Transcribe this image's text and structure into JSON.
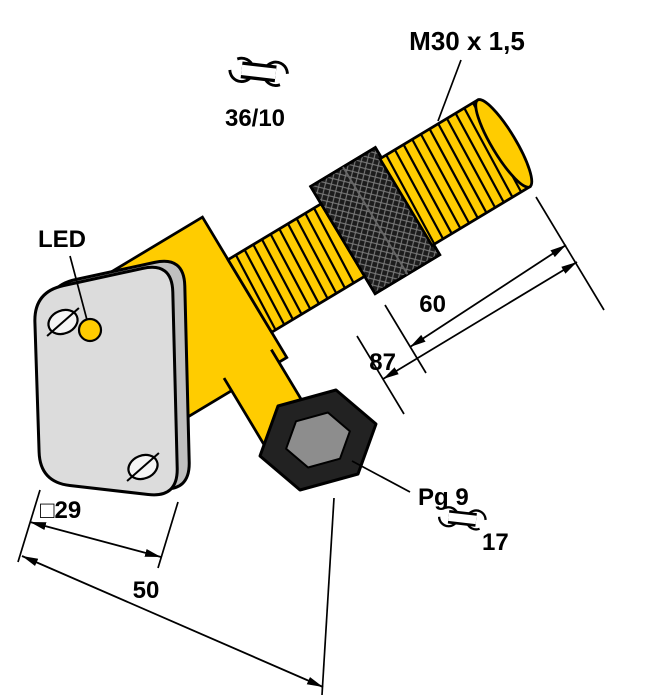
{
  "diagram": {
    "labels": {
      "thread_size": "M30 x 1,5",
      "wrench_size_top": "36/10",
      "led": "LED",
      "dim_barrel_length": "60",
      "dim_total_length": "87",
      "dim_flange_width": "□29",
      "dim_flange_depth": "50",
      "cable_gland": "Pg 9",
      "wrench_size_bottom": "17"
    },
    "colors": {
      "body": "#ffcc00",
      "flange_front": "#dcdcdc",
      "flange_side": "#bfbfbf",
      "hole_fill": "#f5f5f5",
      "nut": "#1c1c1c",
      "gland": "#222222",
      "gland_face": "#8d8d8d",
      "led": "#ffcc00",
      "outline": "#000000",
      "background": "#ffffff"
    }
  }
}
